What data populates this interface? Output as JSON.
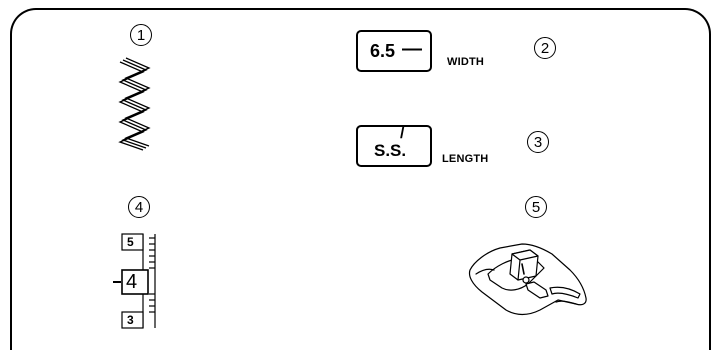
{
  "markers": {
    "m1": "1",
    "m2": "2",
    "m3": "3",
    "m4": "4",
    "m5": "5"
  },
  "width_display": {
    "value": "6.5",
    "dash": "—",
    "label": "WIDTH"
  },
  "length_display": {
    "value": "S.S.",
    "tick": "/",
    "label": "LENGTH"
  },
  "length_dial": {
    "upper": "5",
    "current": "4",
    "lower": "3"
  },
  "icons": {
    "stitch": "zigzag-stitch-icon",
    "foot": "zigzag-presser-foot-icon"
  },
  "colors": {
    "line": "#000000",
    "background": "#ffffff"
  }
}
